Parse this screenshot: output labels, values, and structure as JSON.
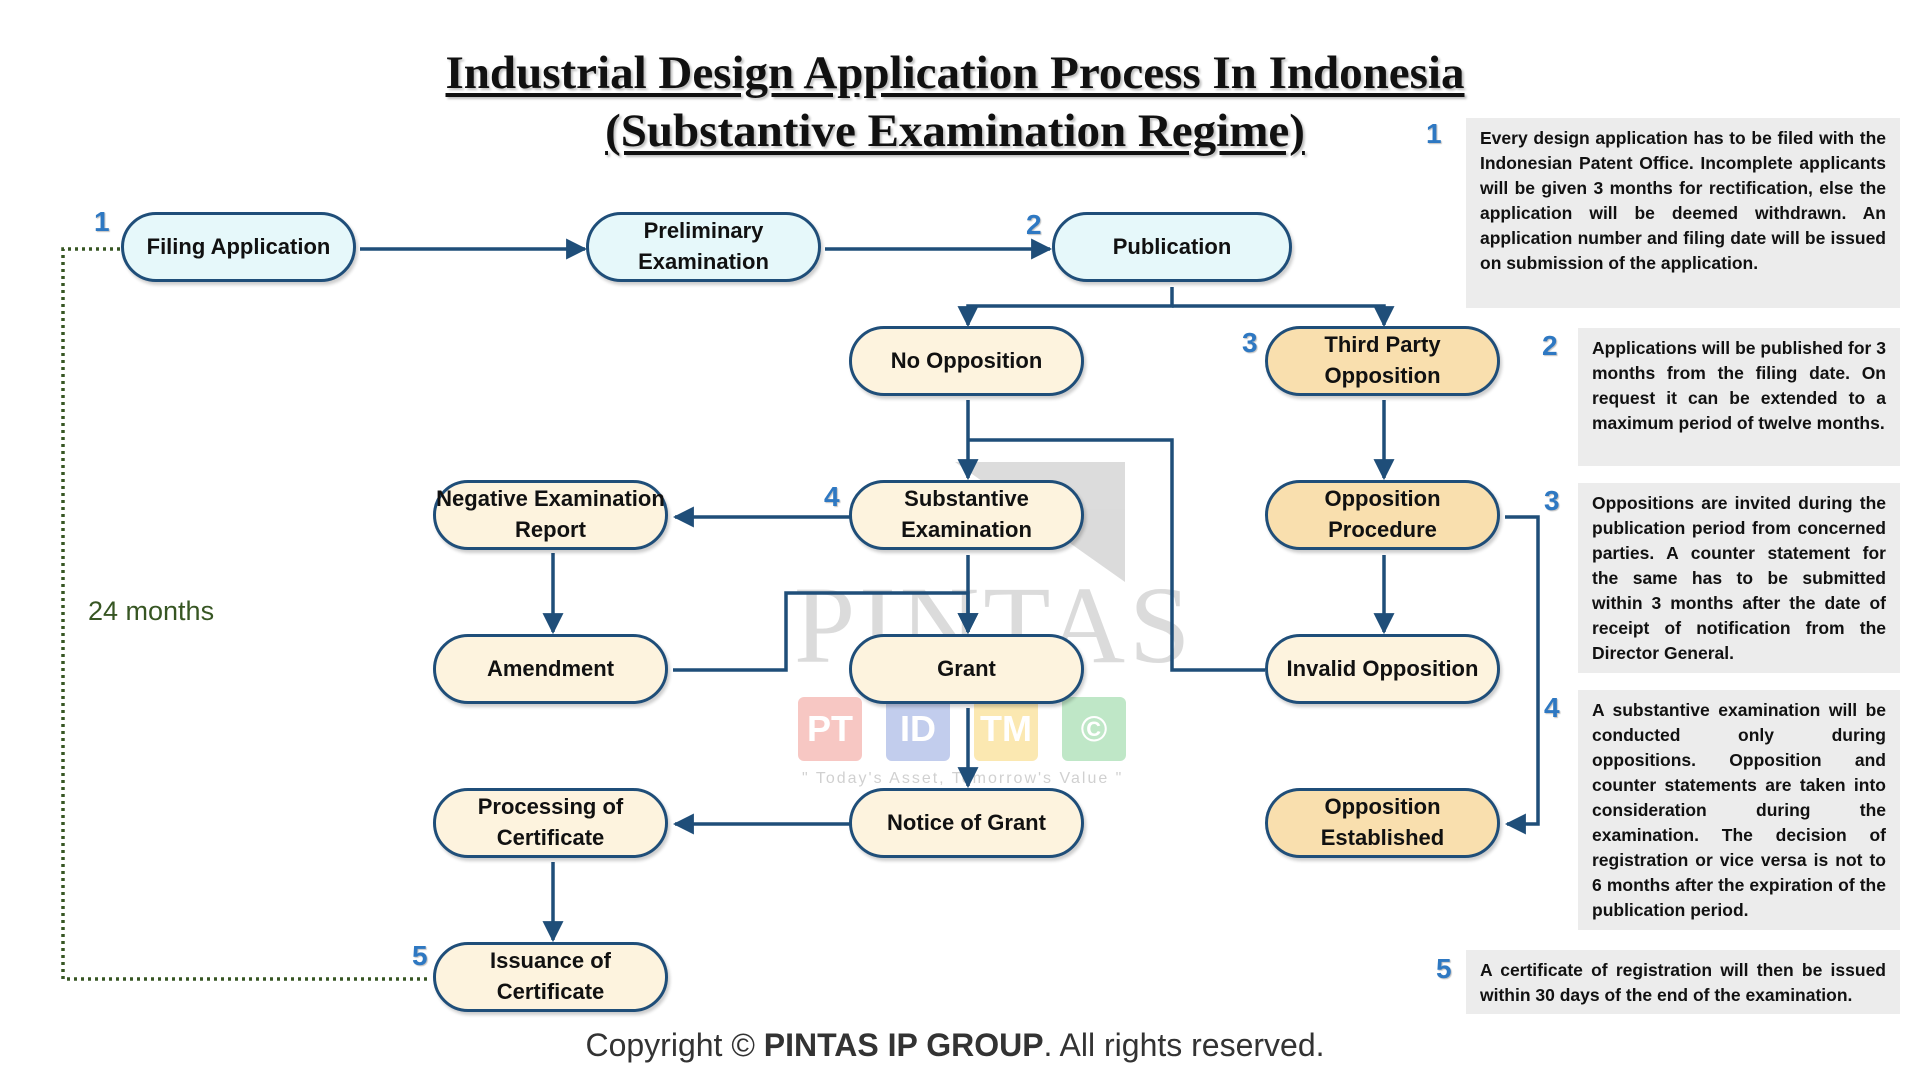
{
  "title": {
    "line1": "Industrial Design Application Process In Indonesia",
    "line2": "(Substantive Examination Regime)"
  },
  "nodes": {
    "filing_application": "Filing Application",
    "preliminary_examination": "Preliminary Examination",
    "publication": "Publication",
    "no_opposition": "No Opposition",
    "third_party_opposition": "Third Party Opposition",
    "negative_examination_report": "Negative Examination Report",
    "substantive_examination": "Substantive Examination",
    "opposition_procedure": "Opposition Procedure",
    "amendment": "Amendment",
    "grant": "Grant",
    "invalid_opposition": "Invalid Opposition",
    "processing_of_certificate": "Processing of Certificate",
    "notice_of_grant": "Notice of Grant",
    "opposition_established": "Opposition Established",
    "issuance_of_certificate": "Issuance of Certificate"
  },
  "step_numbers": {
    "filing": "1",
    "publication": "2",
    "third_party": "3",
    "substantive": "4",
    "issuance": "5"
  },
  "timeline_label": "24 months",
  "notes": [
    {
      "number": "1",
      "text": "Every design application has to be filed with the Indonesian Patent Office. Incomplete applicants will be given 3 months for rectification, else the application will be deemed withdrawn. An application number and filing date will be issued on submission of the application."
    },
    {
      "number": "2",
      "text": "Applications will be published for 3 months from the filing date. On request it can be extended to a maximum period of twelve months."
    },
    {
      "number": "3",
      "text": "Oppositions are invited during the publication period from concerned parties. A counter statement for the same has to be submitted within 3 months after the date of receipt of notification from the Director General."
    },
    {
      "number": "4",
      "text": "A substantive examination will be conducted only during oppositions. Opposition and counter statements are taken into consideration during the examination. The decision of registration or vice versa is not to 6 months after the expiration of the publication period."
    },
    {
      "number": "5",
      "text": "A certificate of registration will then be issued within 30 days of the end of the examination."
    }
  ],
  "watermark": {
    "brand": "PINTAS",
    "tiles": [
      "PT",
      "ID",
      "TM",
      "©"
    ],
    "tagline": "\" Today's Asset, Tomorrow's Value \""
  },
  "copyright": {
    "prefix": "Copyright © ",
    "brand": "PINTAS IP GROUP",
    "suffix": ". All rights reserved."
  },
  "colors": {
    "border": "#1f4e79",
    "start_fill": "#e6f8fa",
    "step_fill": "#fdf3de",
    "opposition_fill": "#f9dfae",
    "number": "#2e78c2",
    "timeline": "#375623"
  }
}
